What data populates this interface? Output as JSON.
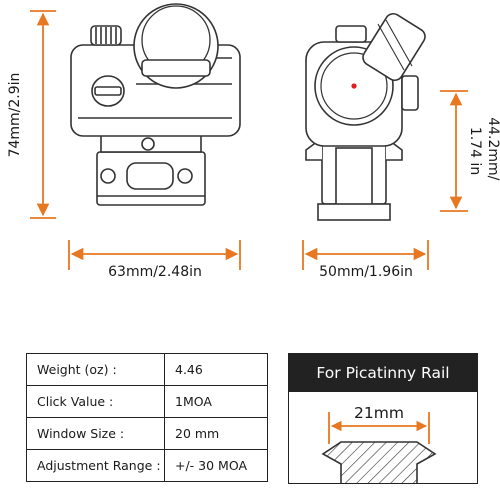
{
  "dimensions": {
    "height_left": "74mm/2.9in",
    "width_left": "63mm/2.48in",
    "width_right": "50mm/1.96in",
    "height_right": "44.2mm/\n1.74 in"
  },
  "specs": {
    "rows": [
      {
        "label": "Weight (oz) :",
        "value": "4.46"
      },
      {
        "label": "Click Value :",
        "value": "1MOA"
      },
      {
        "label": "Window Size :",
        "value": "20 mm"
      },
      {
        "label": "Adjustment Range :",
        "value": "+/- 30 MOA"
      }
    ]
  },
  "rail": {
    "title": "For Picatinny Rail",
    "width_label": "21mm"
  },
  "colors": {
    "accent": "#E87722",
    "dark": "#222222",
    "line": "#333333",
    "reticle": "#E02020"
  }
}
